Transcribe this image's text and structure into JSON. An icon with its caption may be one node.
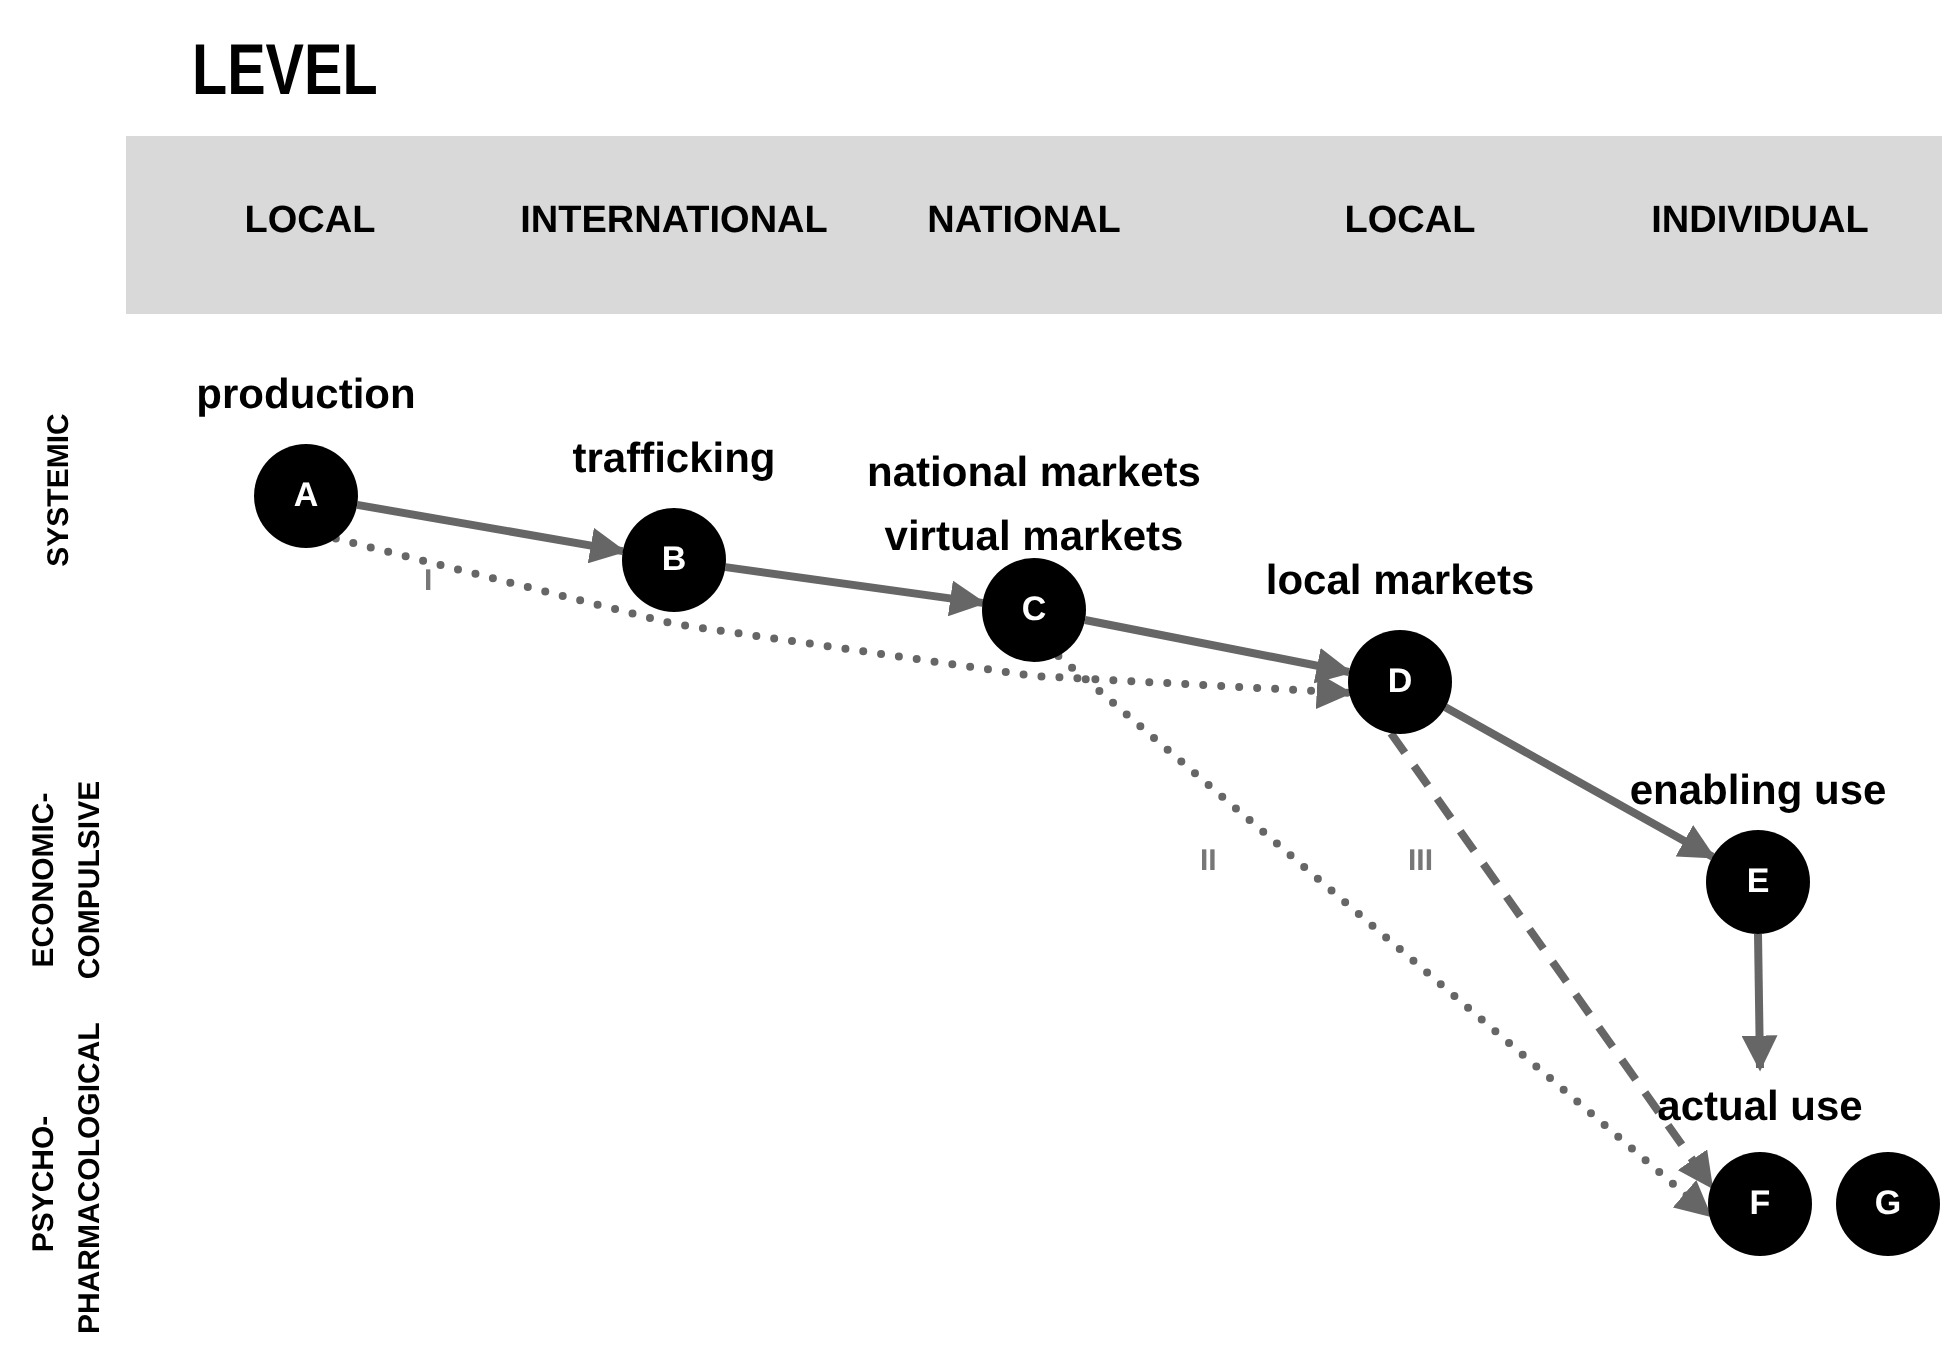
{
  "diagram": {
    "title": "LEVEL",
    "nodes": [
      {
        "text": [
          "LOCAL",
          "INTERNATIONAL",
          "NATIONAL",
          "LOCAL",
          "INDIVIDUAL"
        ]
      },
      {
        "text": [
          "production",
          "A"
        ]
      },
      {
        "text": [
          "trafficking",
          "B"
        ]
      },
      {
        "text": [
          "national markets",
          "virtual markets",
          "C"
        ]
      },
      {
        "text": [
          "local markets",
          "D"
        ]
      },
      {
        "text": [
          "enabling use",
          "E"
        ]
      },
      {
        "text": [
          "actual use"
        ]
      },
      {
        "text": [
          "F"
        ]
      },
      {
        "text": [
          "G"
        ]
      }
    ],
    "edges": [
      {
        "from": 1,
        "to": 2,
        "arrow": "to"
      },
      {
        "from": 2,
        "to": 3,
        "arrow": "to"
      },
      {
        "from": 3,
        "to": 4,
        "arrow": "to"
      },
      {
        "from": 4,
        "to": 5,
        "arrow": "to"
      },
      {
        "from": 5,
        "to": 6,
        "arrow": "to"
      },
      {
        "from": 1,
        "to": 4,
        "arrow": "to",
        "style": "dashed",
        "label": "I"
      },
      {
        "from": 3,
        "to": 7,
        "arrow": "to",
        "style": "dashed",
        "label": "II"
      },
      {
        "from": 4,
        "to": 7,
        "arrow": "to",
        "style": "dashed",
        "label": "III"
      }
    ],
    "labels": [
      "SYSTEMIC",
      "ECONOMIC- COMPULSIVE",
      "PSYCHO- PHARMACOLOGICAL"
    ]
  }
}
